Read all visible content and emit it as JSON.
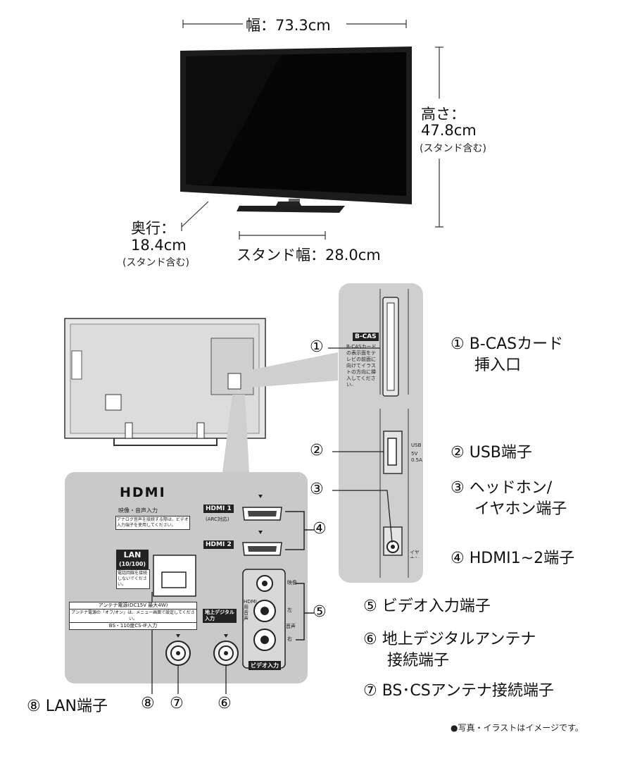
{
  "dimensions": {
    "width": "幅：73.3cm",
    "height_label": "高さ：",
    "height_value": "47.8cm",
    "height_note": "(スタンド含む)",
    "depth_label": "奥行：",
    "depth_value": "18.4cm",
    "depth_note": "(スタンド含む)",
    "stand_width": "スタンド幅：28.0cm"
  },
  "legend": {
    "item1_l1": "① B-CASカード",
    "item1_l2": "挿入口",
    "item2": "② USB端子",
    "item3_l1": "③ ヘッドホン/",
    "item3_l2": "イヤホン端子",
    "item4": "④ HDMI1~2端子",
    "item5": "⑤ ビデオ入力端子",
    "item6_l1": "⑥ 地上デジタルアンテナ",
    "item6_l2": "接続端子",
    "item7": "⑦ BS･CSアンテナ接続端子",
    "item8": "⑧ LAN端子"
  },
  "callouts": {
    "n1": "①",
    "n2": "②",
    "n3": "③",
    "n4": "④",
    "n5": "⑤",
    "n6": "⑥",
    "n7": "⑦",
    "n8": "⑧"
  },
  "panel": {
    "hdmi_logo": "HDMI",
    "av_input": "映像・音声入力",
    "av_note": "アナログ音声を接続する際は、ビデオ入力端子を使用してください。",
    "hdmi1": "HDMI 1",
    "hdmi1_sub": "(ARC対応)",
    "hdmi2": "HDMI 2",
    "lan": "LAN",
    "lan_sub": "(10/100)",
    "lan_note": "電話回線を接続しないでください。",
    "antenna_power": "アンテナ電源(DC15V 最大4W)",
    "antenna_note": "アンテナ電源の「オフ/オン」は、メニュー画面で設定してください。",
    "bs_input": "BS・110度CS-IF入力",
    "terrestrial": "地上デジタル入力",
    "video_input": "ビデオ入力",
    "hdmi_audio": "HDMI用音声",
    "audio": "音声",
    "video": "映像",
    "left": "左",
    "right": "右"
  },
  "side_panel": {
    "bcas_label": "B-CAS",
    "bcas_note": "B-CASカードの表示面をテレビの前面に向けてイラストの方向に挿入してください。",
    "usb": "USB",
    "usb_sub": "5V 0.5A",
    "earphone": "イヤホン"
  },
  "footnote": "●写真・イラストはイメージです。",
  "colors": {
    "panel_gray": "#c9c9c9",
    "side_panel_gray": "#cfcfcf",
    "tv_body": "#1a1a1a",
    "screen": "#0a0a0a",
    "back_gray": "#dedede"
  }
}
